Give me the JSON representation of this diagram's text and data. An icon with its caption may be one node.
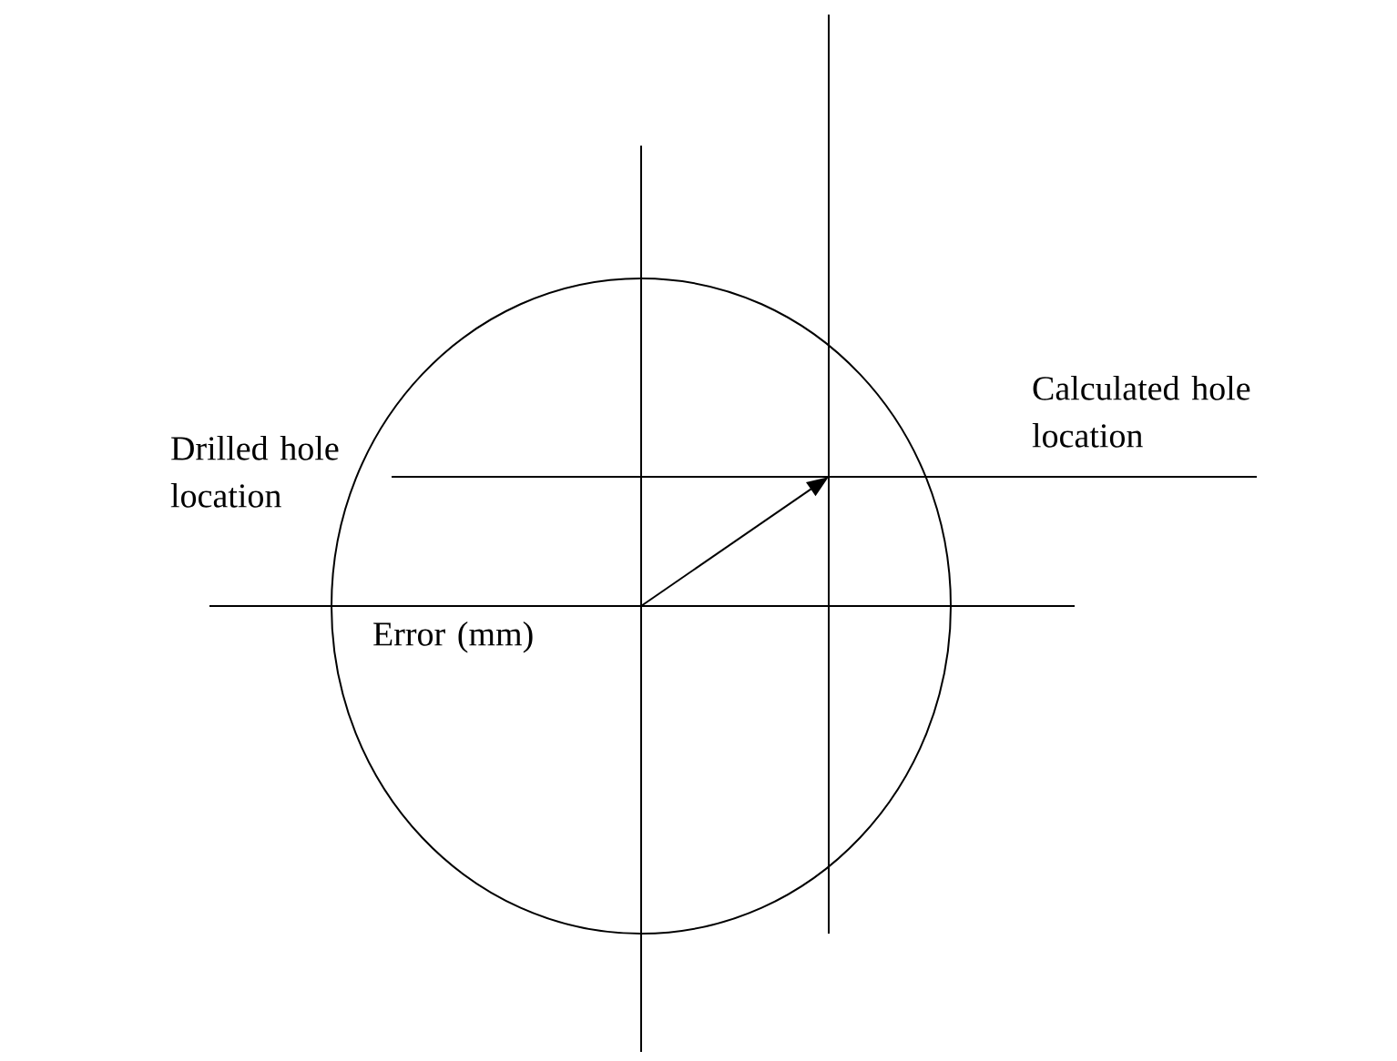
{
  "diagram": {
    "labels": [
      "Calculated hole location",
      "Drilled hole location",
      "Error (mm)"
    ]
  }
}
